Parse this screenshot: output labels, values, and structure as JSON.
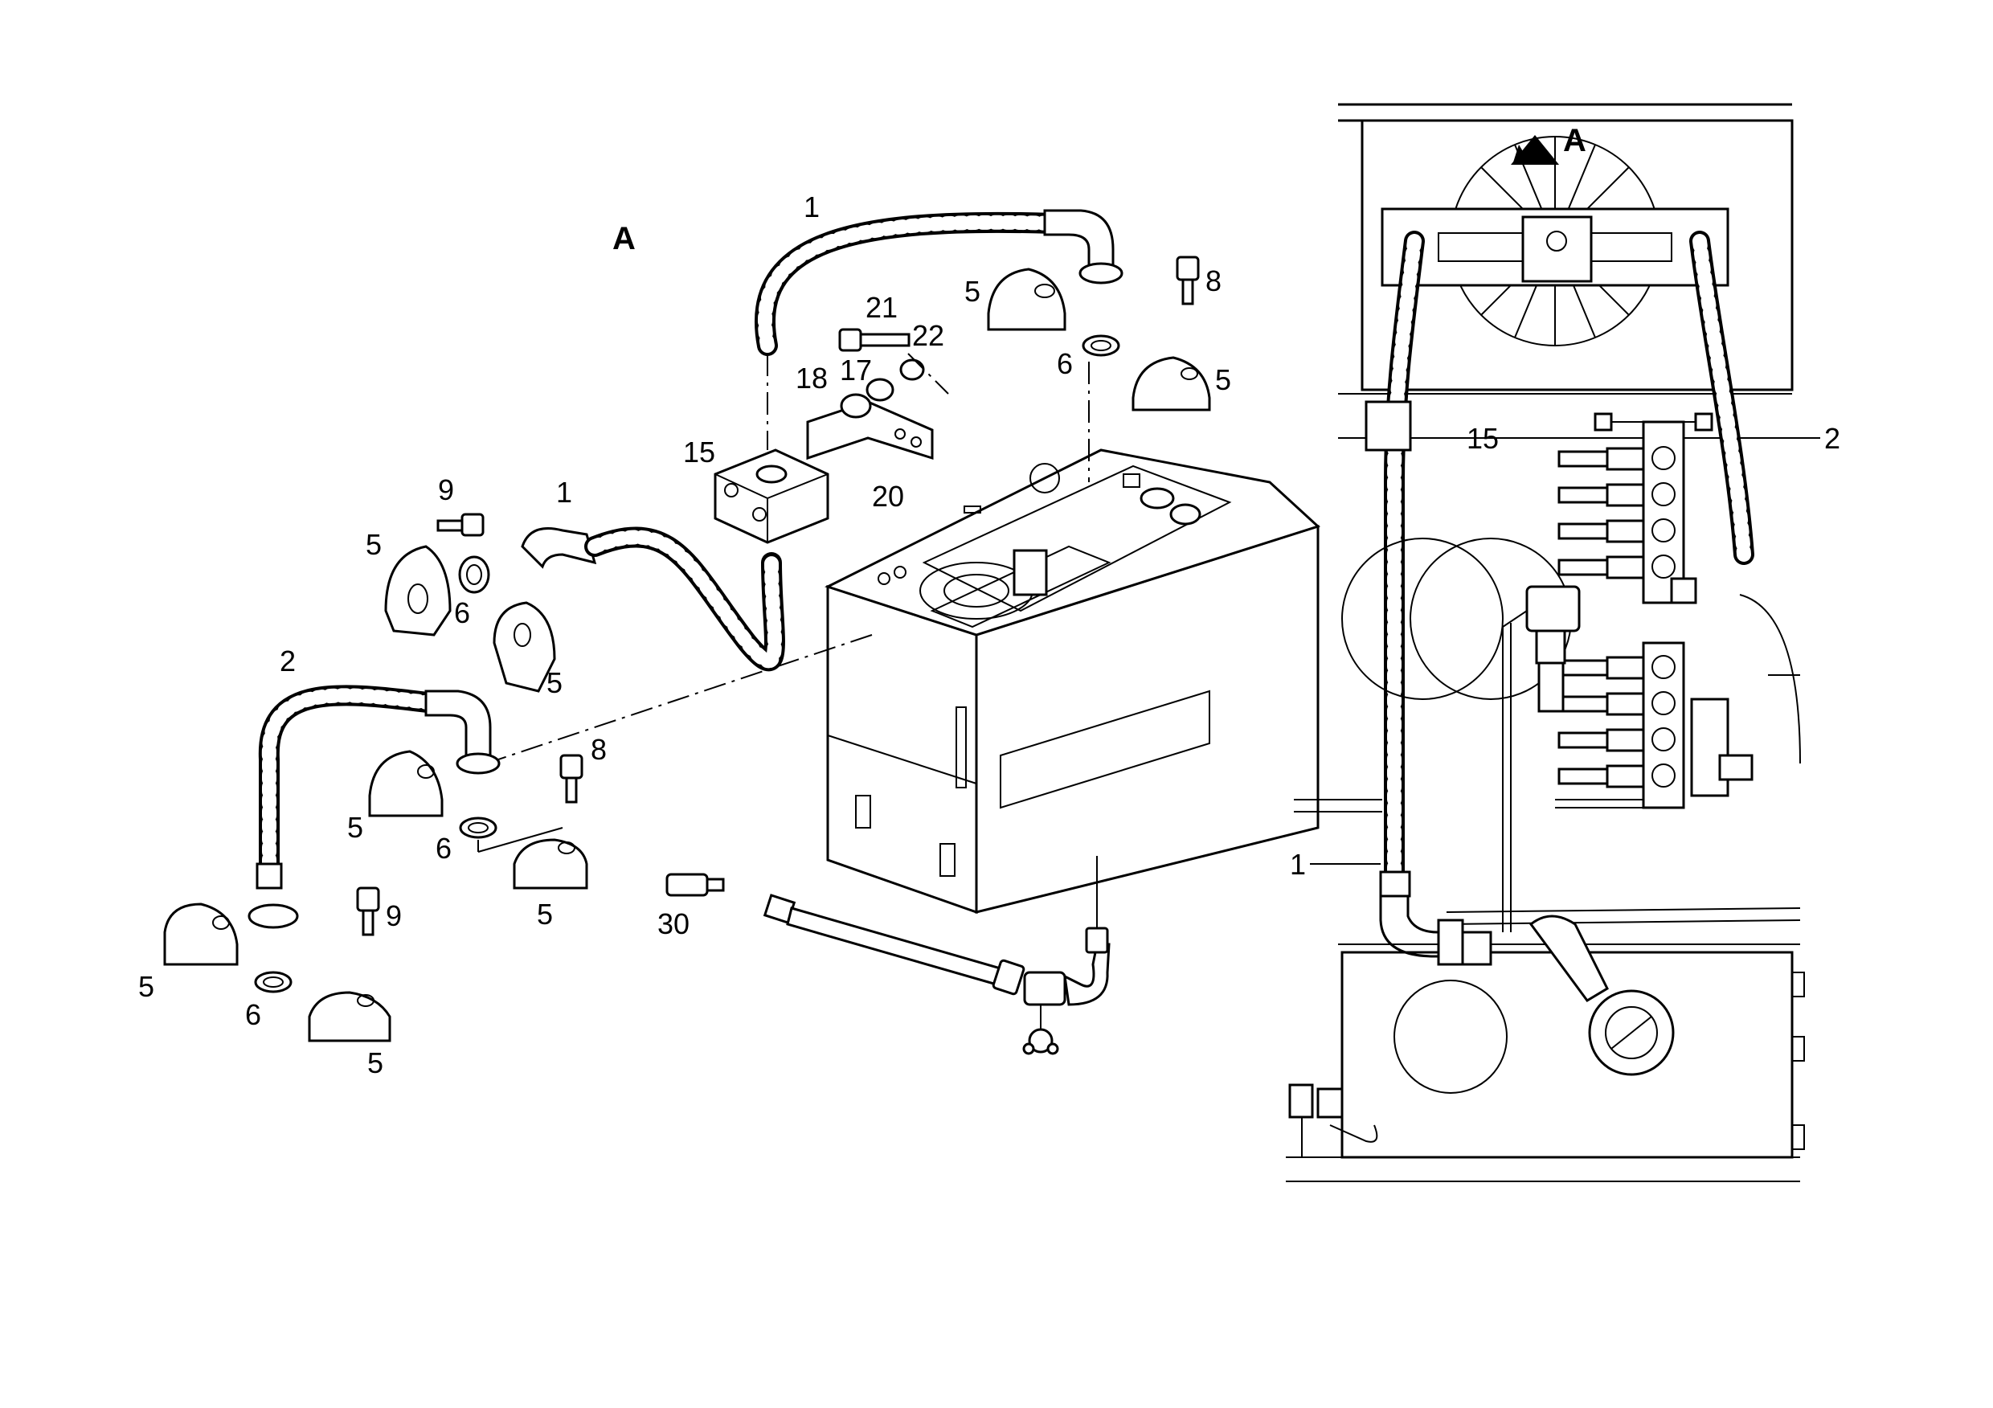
{
  "diagram": {
    "view_labels": {
      "detail_view": "A",
      "view_arrow": "A"
    },
    "callouts": {
      "hose_top": "1",
      "hose_middle": "1",
      "hose_lower": "2",
      "flange_21": "21",
      "washer_22": "22",
      "nut_18": "18",
      "washer_17": "17",
      "clamp_block": "15",
      "bracket": "20",
      "flange_5_top": "5",
      "seal_6_top": "6",
      "bolt_8_top": "8",
      "flange_5_top_right": "5",
      "bolt_9_mid": "9",
      "flange_5_mid_left": "5",
      "seal_6_mid": "6",
      "flange_5_mid": "5",
      "bolt_8_low": "8",
      "flange_5_low_a": "5",
      "seal_6_low": "6",
      "flange_5_low_b": "5",
      "flange_5_bottom_left": "5",
      "seal_6_bottom": "6",
      "bolt_9_bottom": "9",
      "flange_5_bottom": "5",
      "fitting_30": "30",
      "side_clamp_15": "15",
      "side_hose_2": "2",
      "side_hose_1": "1"
    }
  }
}
